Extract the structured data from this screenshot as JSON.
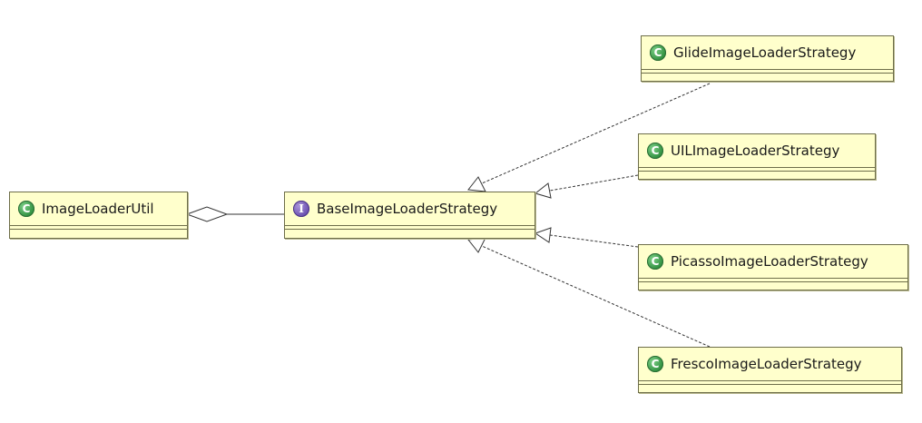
{
  "classes": {
    "image_loader_util": {
      "name": "ImageLoaderUtil",
      "kind": "class",
      "icon": "class-icon",
      "icon_glyph": "C"
    },
    "base_image_loader_strategy": {
      "name": "BaseImageLoaderStrategy",
      "kind": "interface",
      "icon": "interface-icon",
      "icon_glyph": "I"
    },
    "glide_image_loader_strategy": {
      "name": "GlideImageLoaderStrategy",
      "kind": "class",
      "icon": "class-icon",
      "icon_glyph": "C"
    },
    "uil_image_loader_strategy": {
      "name": "UILImageLoaderStrategy",
      "kind": "class",
      "icon": "class-icon",
      "icon_glyph": "C"
    },
    "picasso_image_loader_strategy": {
      "name": "PicassoImageLoaderStrategy",
      "kind": "class",
      "icon": "class-icon",
      "icon_glyph": "C"
    },
    "fresco_image_loader_strategy": {
      "name": "FrescoImageLoaderStrategy",
      "kind": "class",
      "icon": "class-icon",
      "icon_glyph": "C"
    }
  },
  "relationships": [
    {
      "type": "aggregation",
      "from": "image_loader_util",
      "to": "base_image_loader_strategy"
    },
    {
      "type": "realization",
      "from": "glide_image_loader_strategy",
      "to": "base_image_loader_strategy"
    },
    {
      "type": "realization",
      "from": "uil_image_loader_strategy",
      "to": "base_image_loader_strategy"
    },
    {
      "type": "realization",
      "from": "picasso_image_loader_strategy",
      "to": "base_image_loader_strategy"
    },
    {
      "type": "realization",
      "from": "fresco_image_loader_strategy",
      "to": "base_image_loader_strategy"
    }
  ],
  "colors": {
    "box_fill": "#ffffcc",
    "box_border": "#6e6e4a",
    "class_icon": "#2f8f3f",
    "interface_icon": "#6a4fb0",
    "connector": "#333333"
  }
}
